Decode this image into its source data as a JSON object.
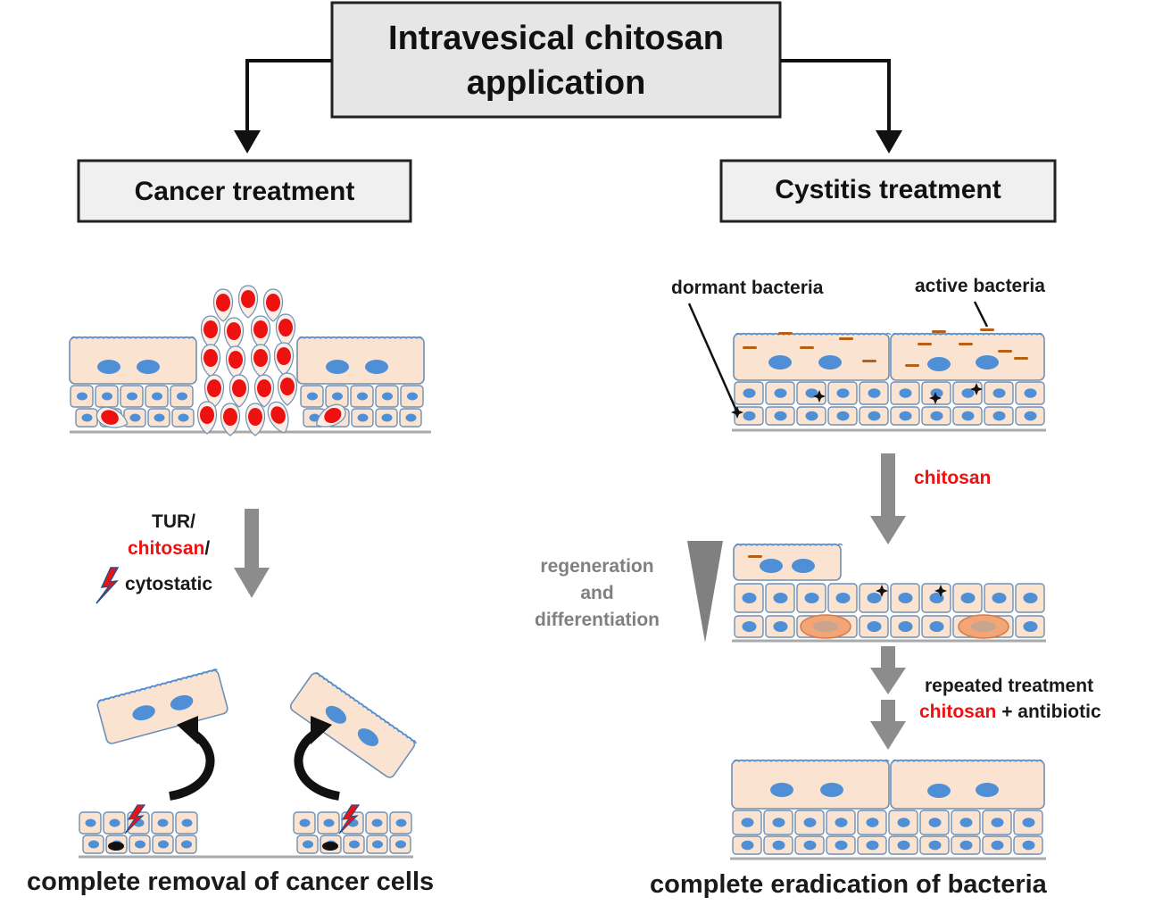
{
  "header": {
    "main_line1": "Intravesical chitosan",
    "main_line2": "application"
  },
  "branches": {
    "left": "Cancer treatment",
    "right": "Cystitis treatment"
  },
  "left_panel": {
    "step_line1": "TUR/",
    "step_chitosan": "chitosan",
    "step_slash": "/",
    "step_line3": "cytostatic",
    "result": "complete removal of cancer cells"
  },
  "right_panel": {
    "label_dormant": "dormant bacteria",
    "label_active": "active bacteria",
    "step_chitosan": "chitosan",
    "regen_line1": "regeneration",
    "regen_line2": "and",
    "regen_line3": "differentiation",
    "repeat_line1": "repeated treatment",
    "repeat_chitosan": "chitosan",
    "repeat_rest": " + antibiotic",
    "result": "complete eradication of bacteria"
  },
  "colors": {
    "cell_fill": "#fae3d1",
    "cell_stroke": "#6f90b4",
    "nucleus": "#4f8fd6",
    "cancer": "#ee1111",
    "box_gray": "#e6e6e6",
    "arrow_gray": "#8c8c8c",
    "bacteria": "#b85f16",
    "highlight_red": "#ee1111"
  },
  "icons": [
    "lightning-icon",
    "curved-arrow-icon",
    "sparkle-icon"
  ]
}
